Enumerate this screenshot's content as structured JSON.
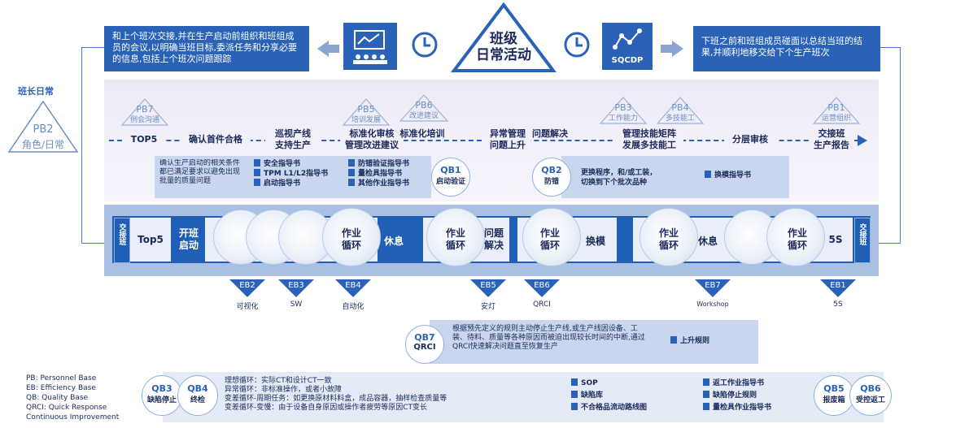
{
  "title": "班级\n日常活动",
  "left_info": "和上个班次交接,并在生产启动前组织和班组成员的会议,以明确当班目标,委派任务和分享必要的信息,包括上个班次问题跟踪",
  "right_info": "下班之前和班组成员碰面以总结当班的结果,并顺利地移交给下个生产班次",
  "sqcdp_label": "SQCDP",
  "leader_daily": "班长日常",
  "pb2": {
    "code": "PB2",
    "label": "角色/日常"
  },
  "pb_triangles": [
    {
      "code": "PB7",
      "label": "例会沟通"
    },
    {
      "code": "PB5",
      "label": "培训发展"
    },
    {
      "code": "PB6",
      "label": "改进建议"
    },
    {
      "code": "PB3",
      "label": "工作能力"
    },
    {
      "code": "PB4",
      "label": "多技能工"
    },
    {
      "code": "PB1",
      "label": "运营组织"
    }
  ],
  "steps": [
    "TOP5",
    "确认首件合格",
    "巡视产线\n支持生产",
    "标准化审核\n管理改进建议",
    "标准化培训",
    "异常管理\n问题上升",
    "问题解决",
    "管理技能矩阵\n发展多技能工",
    "分层审核",
    "交接班\n生产报告"
  ],
  "qb1_box": {
    "desc": "确认生产启动的相关条件都已满足要求以避免出现批量的质量问题",
    "items": [
      "安全指导书",
      "TPM L1/L2指导书",
      "启动指导书",
      "防错验证指导书",
      "量检具指导书",
      "其他作业指导书"
    ],
    "qb_code": "QB1",
    "qb_label": "启动验证"
  },
  "qb2_box": {
    "qb_code": "QB2",
    "qb_label": "防错",
    "desc": "更换程序，和/或工装，\n切换到下个批次品种",
    "item": "换模指导书"
  },
  "bar": {
    "handover": "交接班",
    "segments": [
      "Top5",
      "开班\n启动",
      "作业\n循环",
      "休息",
      "作业\n循环",
      "问题\n解决",
      "作业\n循环",
      "换模",
      "作业\n循环",
      "休息",
      "作业\n循环",
      "5S"
    ]
  },
  "eb_items": [
    {
      "code": "EB2",
      "label": "可视化"
    },
    {
      "code": "EB3",
      "label": "SW"
    },
    {
      "code": "EB4",
      "label": "自动化"
    },
    {
      "code": "EB5",
      "label": "安灯"
    },
    {
      "code": "EB6",
      "label": "QRCI"
    },
    {
      "code": "EB7",
      "label": "Workshop"
    },
    {
      "code": "EB1",
      "label": "5S"
    }
  ],
  "qb7_box": {
    "qb_code": "QB7",
    "qb_label": "QRCI",
    "desc": "根据预先定义的规则主动停止生产线,或生产线因设备、工装、待料、质量等各种原因而被迫出现较长时间的中断,通过QRCI快速解决问题直至恢复生产",
    "item": "上升规则"
  },
  "legend": [
    "PB: Personnel Base",
    "EB: Efficiency Base",
    "QB: Quality Base",
    "QRCI: Quick Response",
    "Continuous Improvement"
  ],
  "bottom_box": {
    "qb3": {
      "code": "QB3",
      "label": "缺陷停止"
    },
    "qb4": {
      "code": "QB4",
      "label": "终检"
    },
    "loops": [
      "理想循环：实际CT和设计CT一致",
      "异常循环：非标准操作，或者小故障",
      "变差循环-周期任务：如更换原材料料盒，成品容器，抽样检查质量等",
      "变差循环-变慢：由于设备自身原因或操作者疲劳等原因CT变长"
    ],
    "docs_a": [
      "SOP",
      "缺陷库",
      "不合格品流动路线图"
    ],
    "docs_b": [
      "返工作业指导书",
      "缺陷停止规则",
      "量检具作业指导书"
    ],
    "qb5": {
      "code": "QB5",
      "label": "报废箱"
    },
    "qb6": {
      "code": "QB6",
      "label": "受控返工"
    }
  },
  "colors": {
    "primary": "#2a62b8",
    "bar": "#1f5fb5",
    "light": "#c9d7ee"
  }
}
